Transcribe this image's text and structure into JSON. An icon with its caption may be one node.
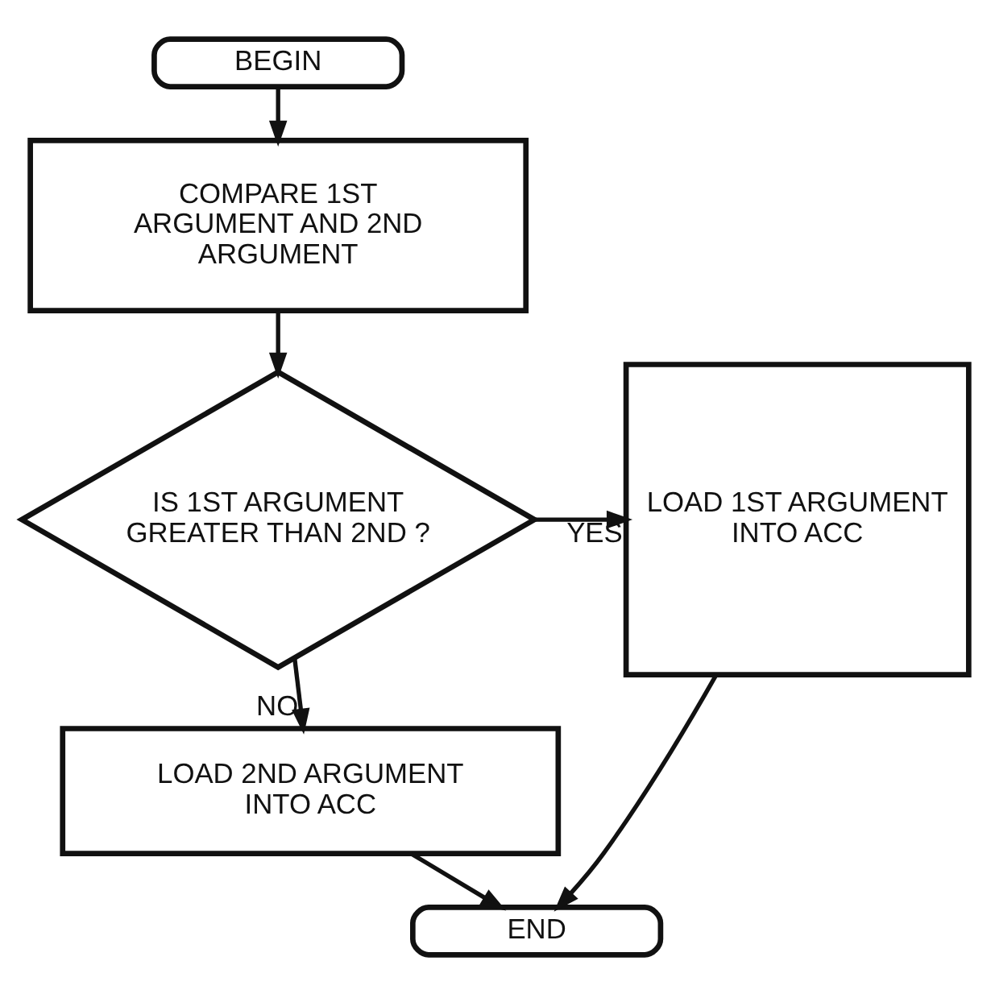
{
  "diagram": {
    "nodes": [
      {
        "text": [
          "BEGIN"
        ]
      },
      {
        "text": [
          "COMPARE 1ST ARGUMENT AND 2ND ARGUMENT"
        ]
      },
      {
        "text": [
          "IS 1ST ARGUMENT GREATER THAN 2ND ?"
        ]
      },
      {
        "text": [
          "LOAD 1ST ARGUMENT INTO ACC"
        ]
      },
      {
        "text": [
          "LOAD 2ND ARGUMENT INTO ACC"
        ]
      },
      {
        "text": [
          "END"
        ]
      }
    ],
    "edges": [
      {
        "from": 0,
        "to": 1,
        "arrow": "to"
      },
      {
        "from": 1,
        "to": 2,
        "arrow": "to"
      },
      {
        "from": 2,
        "to": 3,
        "arrow": "to",
        "label": "YES"
      },
      {
        "from": 2,
        "to": 4,
        "arrow": "to",
        "label": "NO"
      },
      {
        "from": 4,
        "to": 5,
        "arrow": "to"
      },
      {
        "from": 3,
        "to": 5,
        "arrow": "to"
      }
    ]
  }
}
